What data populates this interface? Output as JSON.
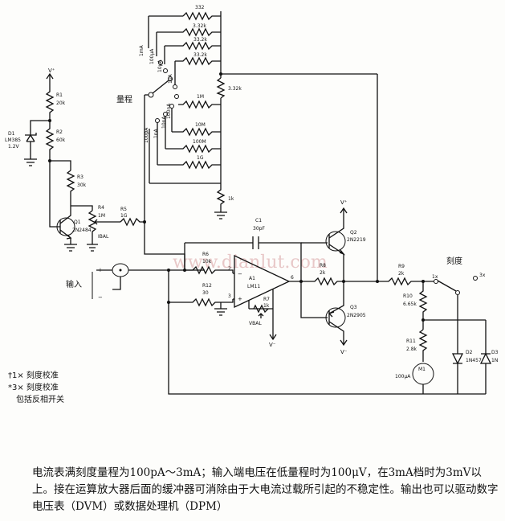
{
  "labels": {
    "vplus_top": "V⁺",
    "r1": "R1",
    "r1_val": "20k",
    "r2": "R2",
    "r2_val": "60k",
    "r3": "R3",
    "r3_val": "30k",
    "d1": "D1",
    "d1_part": "LM385",
    "d1_v": "1.2V",
    "q1": "Q1",
    "q1_part": "2N2484",
    "r4": "R4",
    "r4_val": "1M",
    "r4_note": "IBAL",
    "r5": "R5",
    "r5_val": "1G",
    "range_label": "量程",
    "ladder_r1": "332",
    "ladder_r2": "3.32k",
    "ladder_r3": "33.2k",
    "ladder_r4": "33.2k",
    "ladder_r5": "3.32k",
    "ladder_r6": "1M",
    "ladder_r7": "10M",
    "ladder_r8": "100M",
    "ladder_r9": "1G",
    "ladder_r10": "1k",
    "rng_1ma": "1mA",
    "rng_100ua": "100μA",
    "rng_10ua": "10μA",
    "rng_1ua": "1μA",
    "rng_100na": "100nA",
    "rng_10na": "10nA",
    "rng_1na": "1nA",
    "rng_100pa": "100pA",
    "c1": "C1",
    "c1_val": "30pF",
    "r6": "R6",
    "r6_val": "10k",
    "r12": "R12",
    "r12_val": "30",
    "a1": "A1",
    "a1_part": "LM11",
    "r7": "R7",
    "r7_val": "1k",
    "vbal": "VBAL",
    "vminus_bottom": "V⁻",
    "r8": "R8",
    "r8_val": "2k",
    "q2": "Q2",
    "q2_part": "2N2219",
    "q3": "Q3",
    "q3_part": "2N2905",
    "vplus_q2": "V⁺",
    "vminus_q3": "V⁻",
    "r9": "R9",
    "r9_val": "2k",
    "r10": "R10",
    "r10_val": "6.65k",
    "r11": "R11",
    "r11_val": "2.8k",
    "m1": "M1",
    "m1_val": "100μA",
    "d2": "D2",
    "d2_part": "1N457",
    "d3": "D3",
    "d3_part": "1N",
    "scale_label": "刻度",
    "sw_1x": "1x",
    "sw_3x": "3x",
    "input_label": "输入",
    "plus_sign": "+",
    "minus_sign": "−",
    "pin2": "2",
    "pin3": "3",
    "pin6": "6",
    "watermark": "www.dianlut.com"
  },
  "notes": {
    "line1": "†1× 刻度校准",
    "line2": "*3× 刻度校准",
    "line3": "包括反相开关"
  },
  "caption": "电流表满刻度量程为100pA～3mA；输入端电压在低量程时为100μV，在3mA档时为3mV以上。接在运算放大器后面的缓冲器可消除由于大电流过载所引起的不稳定性。输出也可以驱动数字电压表（DVM）或数据处理机（DPM）"
}
